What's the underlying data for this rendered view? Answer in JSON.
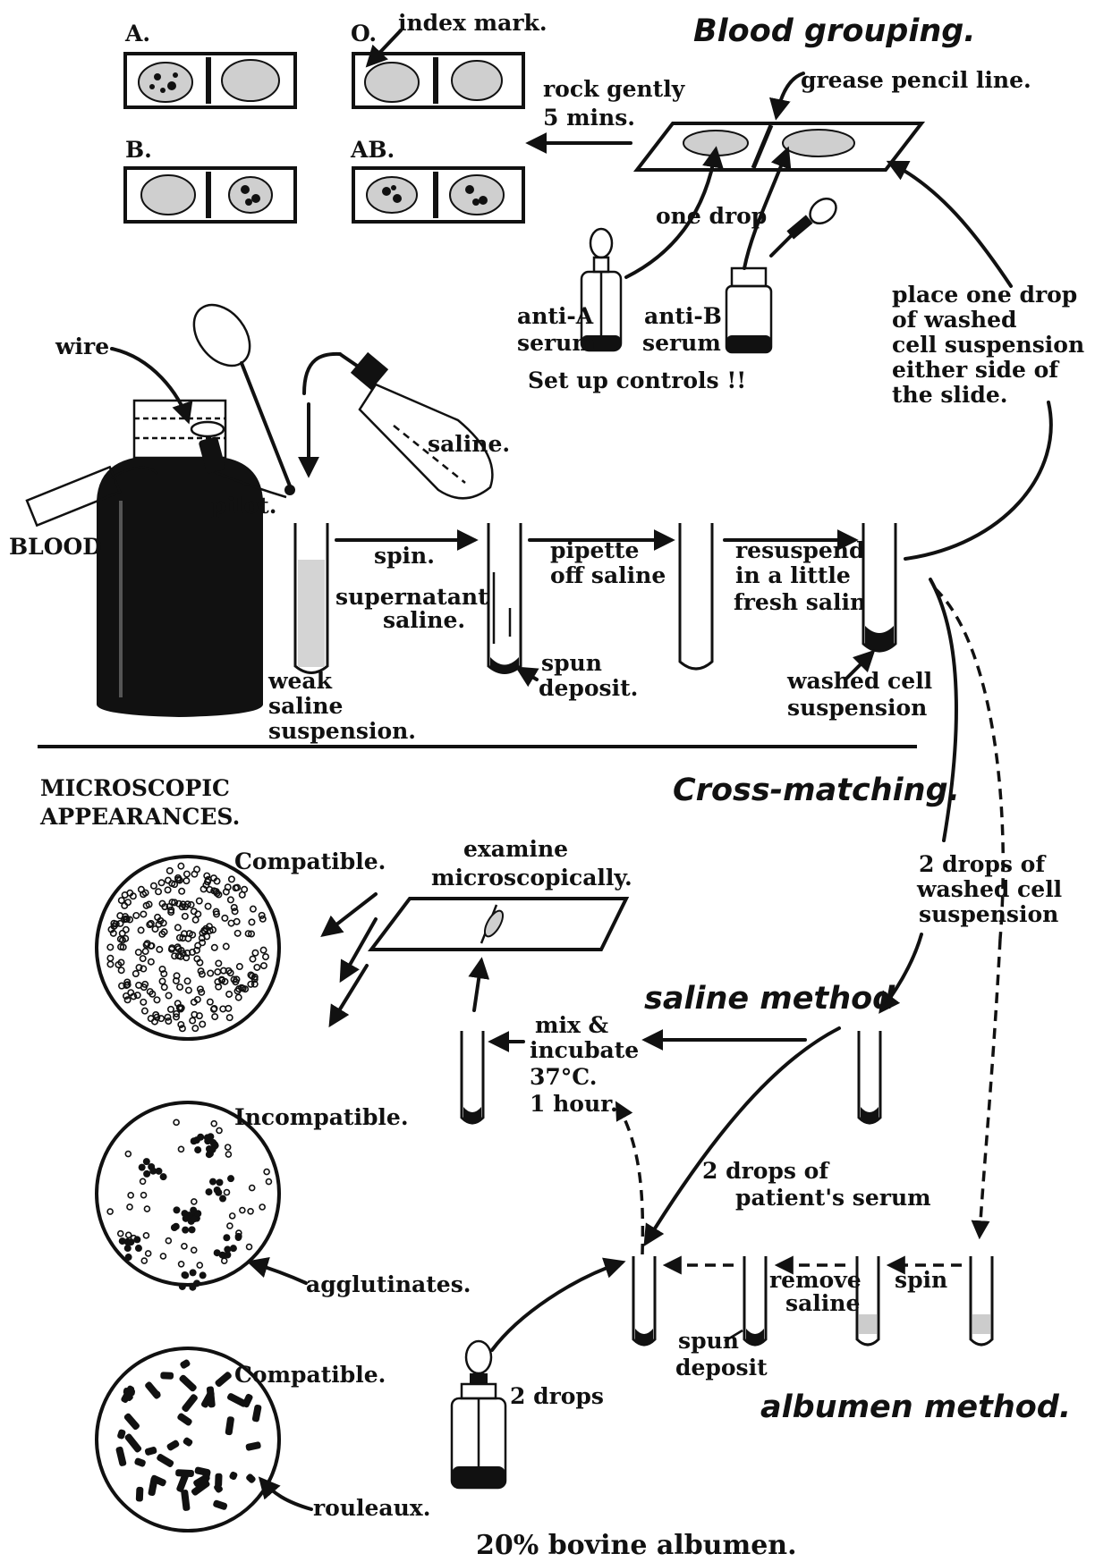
{
  "blood_grouping": {
    "heading": "Blood grouping.",
    "group_a": "A.",
    "group_b": "B.",
    "group_o": "O.",
    "group_ab": "AB.",
    "index_mark": "index mark.",
    "rock_gently_1": "rock gently",
    "rock_gently_2": "5 mins.",
    "grease_pencil_line": "grease pencil line.",
    "one_drop": "one drop",
    "anti_a_1": "anti-A",
    "anti_a_2": "serum",
    "anti_b_1": "anti-B",
    "anti_b_2": "serum",
    "set_up_controls": "Set up controls !!",
    "place_1": "place one drop",
    "place_2": "of washed",
    "place_3": "cell suspension",
    "place_4": "either side of",
    "place_5": "the slide."
  },
  "washing": {
    "wire": "wire",
    "blood_tag": "BLOOD",
    "label_tag": "",
    "pilot": "pilot.",
    "saline": "saline.",
    "spin": "spin.",
    "supernatant_1": "supernatant",
    "supernatant_2": "saline.",
    "pipette_1": "pipette",
    "pipette_2": "off saline",
    "resuspend_1": "resuspend",
    "resuspend_2": "in a little",
    "resuspend_3": "fresh saline",
    "weak_1": "weak",
    "weak_2": "saline",
    "weak_3": "suspension.",
    "spun_1": "spun",
    "spun_2": "deposit.",
    "washed_1": "washed cell",
    "washed_2": "suspension"
  },
  "microscopic": {
    "title_1": "MICROSCOPIC",
    "title_2": "APPEARANCES.",
    "compatible_1": "Compatible.",
    "incompatible": "Incompatible.",
    "agglutinates": "agglutinates.",
    "compatible_2": "Compatible.",
    "rouleaux": "rouleaux."
  },
  "cross_matching": {
    "heading": "Cross-matching.",
    "examine_1": "examine",
    "examine_2": "microscopically.",
    "two_drops_washed_1": "2 drops of",
    "two_drops_washed_2": "washed cell",
    "two_drops_washed_3": "suspension",
    "saline_method": "saline method",
    "mix_1": "mix &",
    "mix_2": "incubate",
    "mix_3": "37°C.",
    "mix_4": "1 hour.",
    "patients_serum_1": "2 drops of",
    "patients_serum_2": "patient's serum",
    "remove_1": "remove",
    "remove_2": "saline",
    "spin": "spin",
    "spun_1": "spun",
    "spun_2": "deposit",
    "two_drops": "2 drops",
    "albumen_method": "albumen method.",
    "bovine_albumen": "20% bovine albumen."
  }
}
